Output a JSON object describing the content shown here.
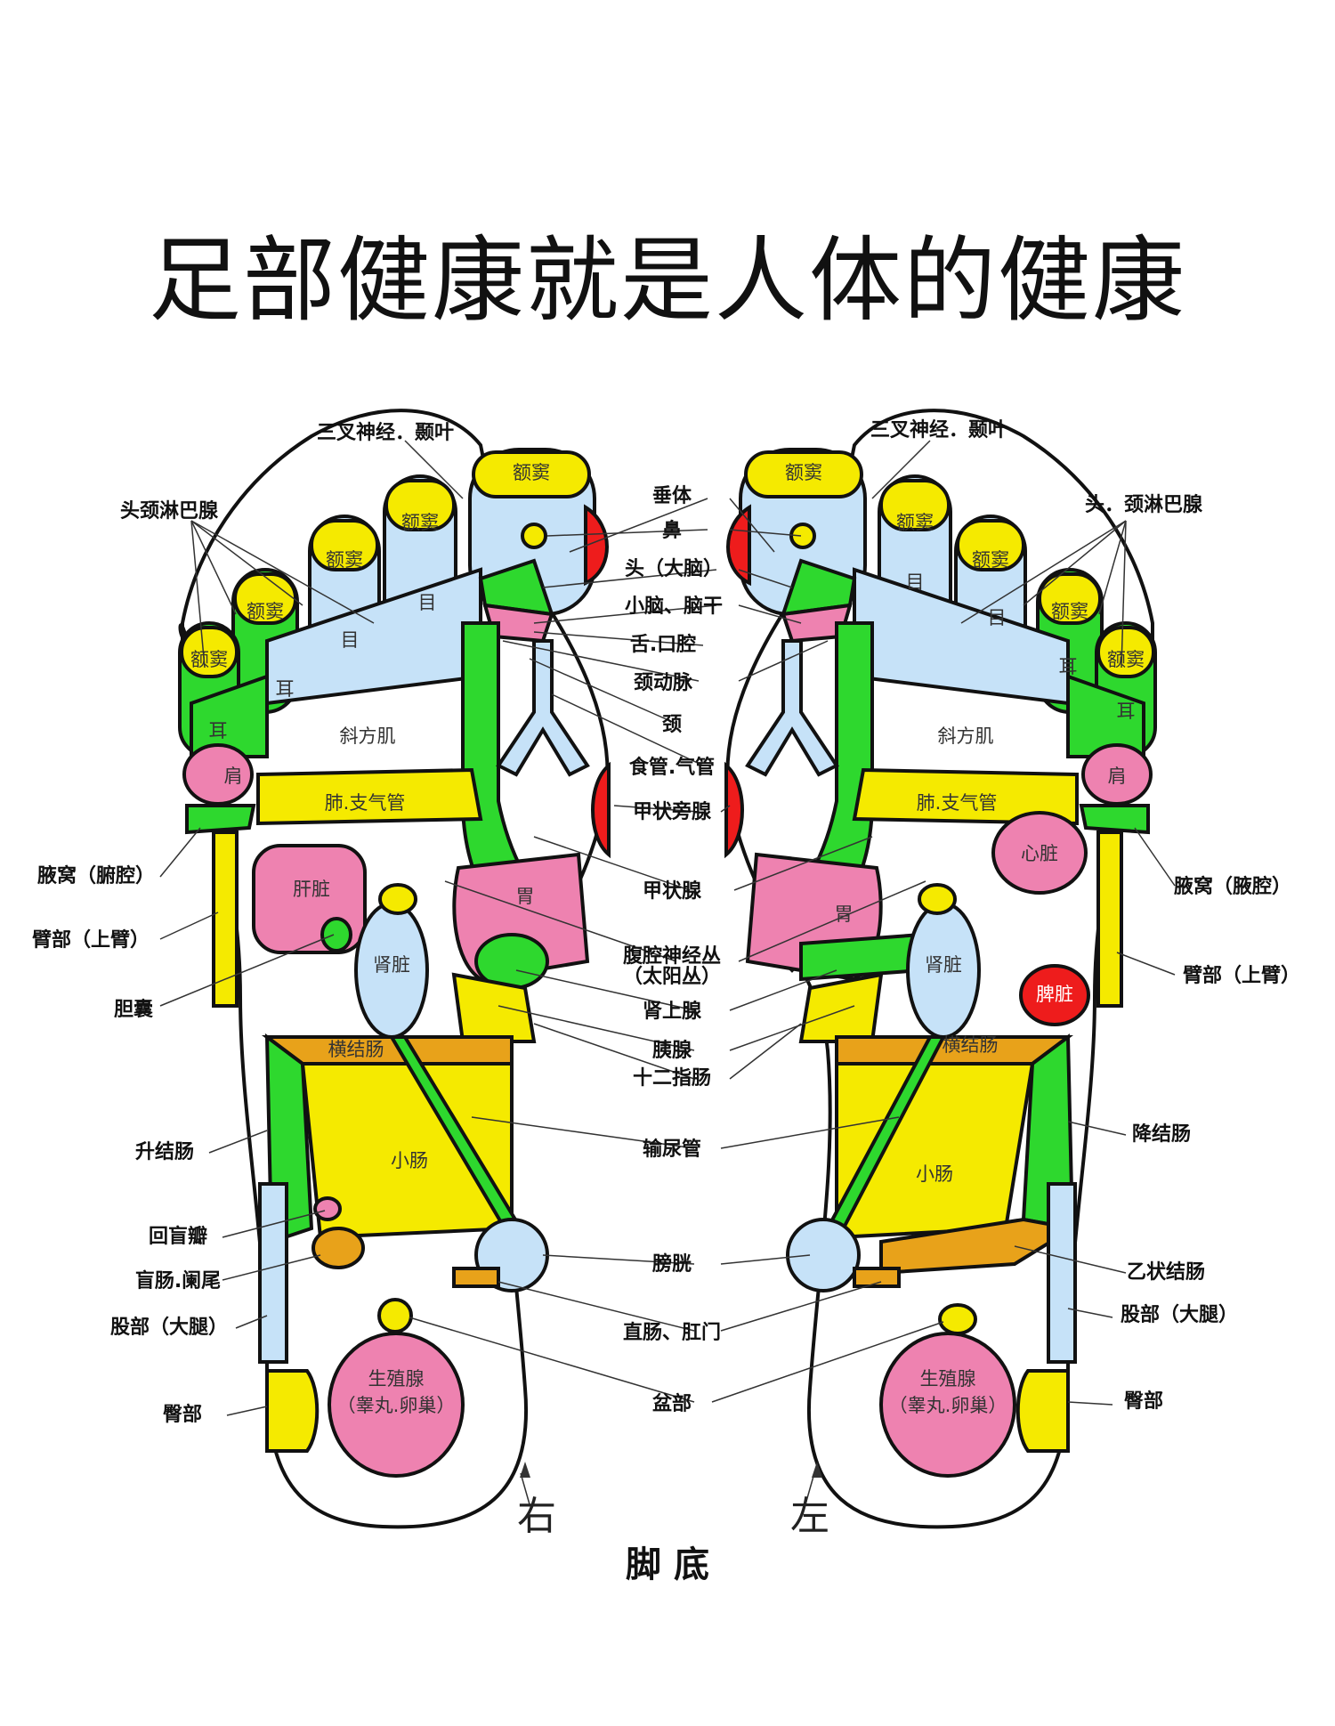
{
  "title": "足部健康就是人体的健康",
  "colors": {
    "yellow": "#f5ea00",
    "green": "#2ed82e",
    "pink": "#ee82b0",
    "lightblue": "#c6e2f8",
    "red": "#ee1c1c",
    "orange": "#e8a21a",
    "outline": "#111111"
  },
  "zones": {
    "sinus": "额窦",
    "eye": "目",
    "ear": "耳",
    "trapezius": "斜方肌",
    "shoulder": "肩",
    "lung": "肺.支气管",
    "liver": "肝脏",
    "stomach": "胃",
    "kidney": "肾脏",
    "transverse_colon": "横结肠",
    "small_intestine": "小肠",
    "genital_line1": "生殖腺",
    "genital_line2": "（睾丸.卵巢）",
    "heart": "心脏",
    "spleen": "脾脏"
  },
  "labels": {
    "left": {
      "trigeminal": "三叉神经．颞叶",
      "lymph": "头颈淋巴腺",
      "armpit": "腋窝（腑腔）",
      "upper_arm": "臂部（上臂）",
      "gallbladder": "胆囊",
      "ascending_colon": "升结肠",
      "ileocecal": "回盲瓣",
      "cecum": "盲肠.阑尾",
      "thigh": "股部（大腿）",
      "buttock": "臀部"
    },
    "center": {
      "pituitary": "垂体",
      "nose": "鼻",
      "head": "头（大脑）",
      "cerebellum": "小脑、脑干",
      "tongue": "舌.口腔",
      "carotid": "颈动脉",
      "neck": "颈",
      "esophagus": "食管.气管",
      "parathyroid": "甲状旁腺",
      "thyroid": "甲状腺",
      "solar_plexus_1": "腹腔神经丛",
      "solar_plexus_2": "（太阳丛）",
      "adrenal": "肾上腺",
      "pancreas": "胰腺",
      "duodenum": "十二指肠",
      "ureter": "输尿管",
      "bladder": "膀胱",
      "rectum": "直肠、肛门",
      "pelvis": "盆部"
    },
    "right": {
      "trigeminal": "三叉神经．颞叶",
      "lymph": "头．颈淋巴腺",
      "armpit": "腋窝（腋腔）",
      "upper_arm": "臂部（上臂）",
      "descending_colon": "降结肠",
      "sigmoid": "乙状结肠",
      "thigh": "股部（大腿）",
      "buttock": "臀部"
    }
  },
  "foot_right_label": "右",
  "foot_left_label": "左",
  "bottom_label": "脚 底"
}
